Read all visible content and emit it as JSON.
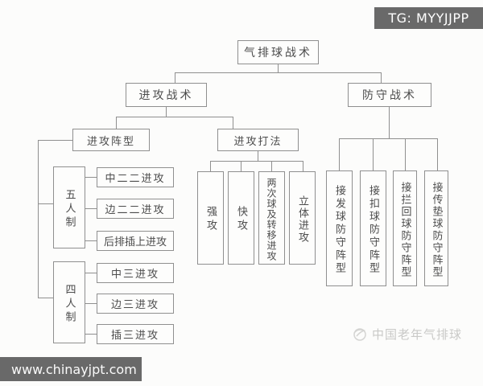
{
  "header": {
    "tg_badge": "TG: MYYJJPP"
  },
  "footer": {
    "url": "www.chinayjpt.com",
    "watermark_text": "中国老年气排球"
  },
  "colors": {
    "line": "#8f8f8f",
    "badge_bg": "#696969",
    "watermark": "#c9c9c7",
    "box_text": "#4c4c4c"
  },
  "diagram": {
    "root": "气排球战术",
    "attack": {
      "label": "进攻战术",
      "formation": {
        "label": "进攻阵型",
        "groups": [
          {
            "label": "五人制",
            "items": [
              "中二二进攻",
              "边二二进攻",
              "后排插上进攻"
            ]
          },
          {
            "label": "四人制",
            "items": [
              "中三进攻",
              "边三进攻",
              "插三进攻"
            ]
          }
        ]
      },
      "methods": {
        "label": "进攻打法",
        "items": [
          "强攻",
          "快攻",
          "两次球及转移进攻",
          "立体进攻"
        ]
      }
    },
    "defense": {
      "label": "防守战术",
      "items": [
        "接发球防守阵型",
        "接扣球防守阵型",
        "接拦回球防守阵型",
        "接传垫球防守阵型"
      ]
    }
  }
}
